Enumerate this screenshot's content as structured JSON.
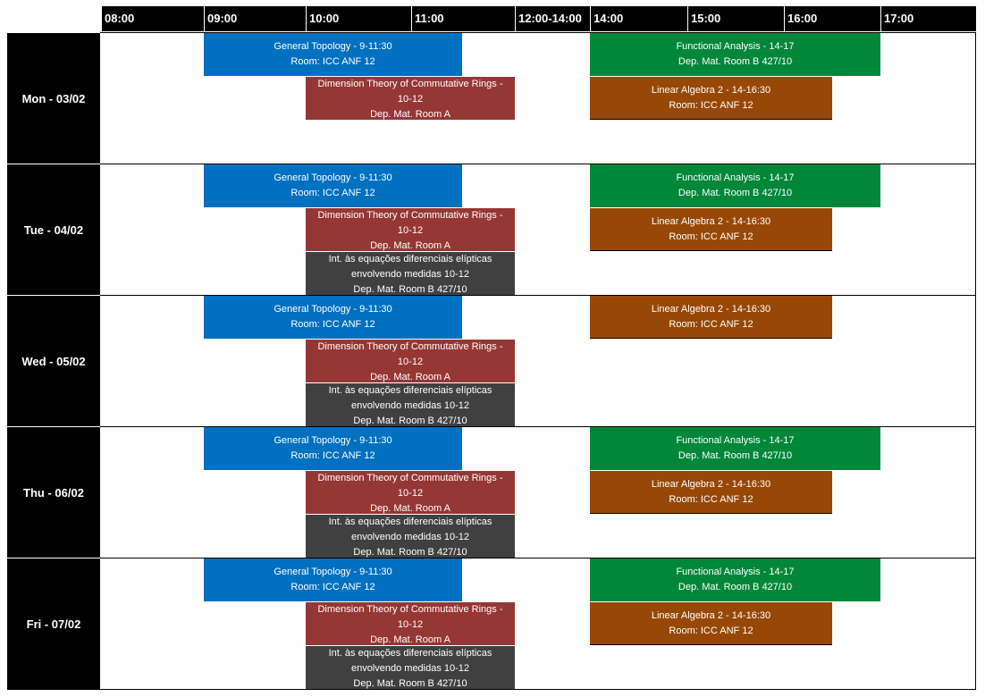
{
  "colors": {
    "header_bg": "#000000",
    "topology": "#0070C0",
    "functional": "#00873A",
    "dimension": "#953735",
    "linear": "#974806",
    "elliptic": "#404040"
  },
  "header": [
    "08:00",
    "09:00",
    "10:00",
    "11:00",
    "12:00-14:00",
    "14:00",
    "15:00",
    "16:00",
    "17:00"
  ],
  "days": [
    {
      "label": "Mon - 03/02",
      "events": [
        {
          "kind": "topology",
          "lines": [
            "General Topology - 9-11:30",
            "Room: ICC ANF 12"
          ]
        },
        {
          "kind": "functional",
          "lines": [
            "Functional Analysis - 14-17",
            "Dep. Mat. Room B 427/10"
          ]
        },
        {
          "kind": "dimension",
          "lines": [
            "Dimension Theory of Commutative Rings -",
            "10-12",
            "Dep. Mat. Room A"
          ]
        },
        {
          "kind": "linear",
          "lines": [
            "Linear Algebra 2 - 14-16:30",
            "Room: ICC ANF 12"
          ]
        }
      ]
    },
    {
      "label": "Tue - 04/02",
      "events": [
        {
          "kind": "topology",
          "lines": [
            "General Topology - 9-11:30",
            "Room: ICC ANF 12"
          ]
        },
        {
          "kind": "functional",
          "lines": [
            "Functional Analysis - 14-17",
            "Dep. Mat. Room B 427/10"
          ]
        },
        {
          "kind": "dimension",
          "lines": [
            "Dimension Theory of Commutative Rings -",
            "10-12",
            "Dep. Mat. Room A"
          ]
        },
        {
          "kind": "linear",
          "lines": [
            "Linear Algebra 2 - 14-16:30",
            "Room: ICC ANF 12"
          ]
        },
        {
          "kind": "elliptic",
          "lines": [
            "Int. às equações diferenciais elípticas",
            "envolvendo medidas 10-12",
            "Dep. Mat.  Room B 427/10"
          ]
        }
      ]
    },
    {
      "label": "Wed - 05/02",
      "events": [
        {
          "kind": "topology",
          "lines": [
            "General Topology - 9-11:30",
            "Room: ICC ANF 12"
          ]
        },
        {
          "kind": "linear",
          "lines": [
            "Linear Algebra 2 - 14-16:30",
            "Room: ICC ANF 12"
          ]
        },
        {
          "kind": "dimension",
          "lines": [
            "Dimension Theory of Commutative Rings -",
            "10-12",
            "Dep. Mat. Room A"
          ]
        },
        {
          "kind": "elliptic",
          "lines": [
            "Int. às equações diferenciais elípticas",
            "envolvendo medidas 10-12",
            "Dep. Mat.  Room B 427/10"
          ]
        }
      ]
    },
    {
      "label": "Thu - 06/02",
      "events": [
        {
          "kind": "topology",
          "lines": [
            "General Topology - 9-11:30",
            "Room: ICC ANF 12"
          ]
        },
        {
          "kind": "functional",
          "lines": [
            "Functional Analysis - 14-17",
            "Dep. Mat. Room B 427/10"
          ]
        },
        {
          "kind": "dimension",
          "lines": [
            "Dimension Theory of Commutative Rings -",
            "10-12",
            "Dep. Mat. Room A"
          ]
        },
        {
          "kind": "linear",
          "lines": [
            "Linear Algebra 2 - 14-16:30",
            "Room: ICC ANF 12"
          ]
        },
        {
          "kind": "elliptic",
          "lines": [
            "Int. às equações diferenciais elípticas",
            "envolvendo medidas 10-12",
            "Dep. Mat.  Room B 427/10"
          ]
        }
      ]
    },
    {
      "label": "Fri - 07/02",
      "events": [
        {
          "kind": "topology",
          "lines": [
            "General Topology - 9-11:30",
            "Room: ICC ANF 12"
          ]
        },
        {
          "kind": "functional",
          "lines": [
            "Functional Analysis - 14-17",
            "Dep. Mat. Room B 427/10"
          ]
        },
        {
          "kind": "dimension",
          "lines": [
            "Dimension Theory of Commutative Rings -",
            "10-12",
            "Dep. Mat. Room A"
          ]
        },
        {
          "kind": "linear",
          "lines": [
            "Linear Algebra 2 - 14-16:30",
            "Room: ICC ANF 12"
          ]
        },
        {
          "kind": "elliptic",
          "lines": [
            "Int. às equações diferenciais elípticas",
            "envolvendo medidas 10-12",
            "Dep. Mat.  Room B 427/10"
          ]
        }
      ]
    }
  ]
}
